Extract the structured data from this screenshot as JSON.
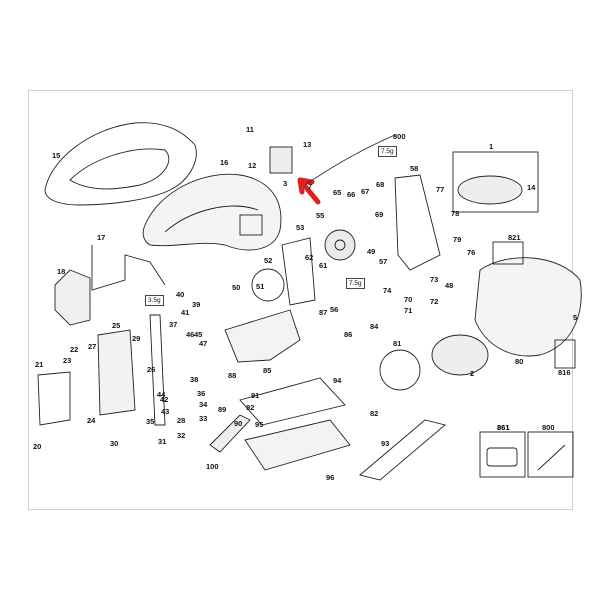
{
  "diagram": {
    "part_numbers": [
      "1",
      "2",
      "3",
      "5",
      "7",
      "11",
      "12",
      "13",
      "14",
      "15",
      "16",
      "17",
      "18",
      "20",
      "21",
      "22",
      "23",
      "24",
      "25",
      "26",
      "27",
      "28",
      "29",
      "30",
      "31",
      "32",
      "33",
      "34",
      "35",
      "36",
      "37",
      "38",
      "39",
      "40",
      "41",
      "42",
      "43",
      "44",
      "45",
      "46",
      "47",
      "48",
      "49",
      "50",
      "51",
      "52",
      "53",
      "55",
      "56",
      "57",
      "58",
      "61",
      "62",
      "65",
      "66",
      "67",
      "68",
      "69",
      "70",
      "71",
      "72",
      "73",
      "74",
      "76",
      "77",
      "78",
      "79",
      "80",
      "81",
      "82",
      "84",
      "85",
      "86",
      "87",
      "88",
      "89",
      "90",
      "91",
      "92",
      "93",
      "94",
      "95",
      "96",
      "100",
      "800",
      "816",
      "821",
      "861"
    ],
    "grease_tags": [
      "7.5g",
      "3.5g",
      "7.5g"
    ],
    "kit_box_labels": [
      "861",
      "800"
    ],
    "accent_color": "#e02020"
  }
}
